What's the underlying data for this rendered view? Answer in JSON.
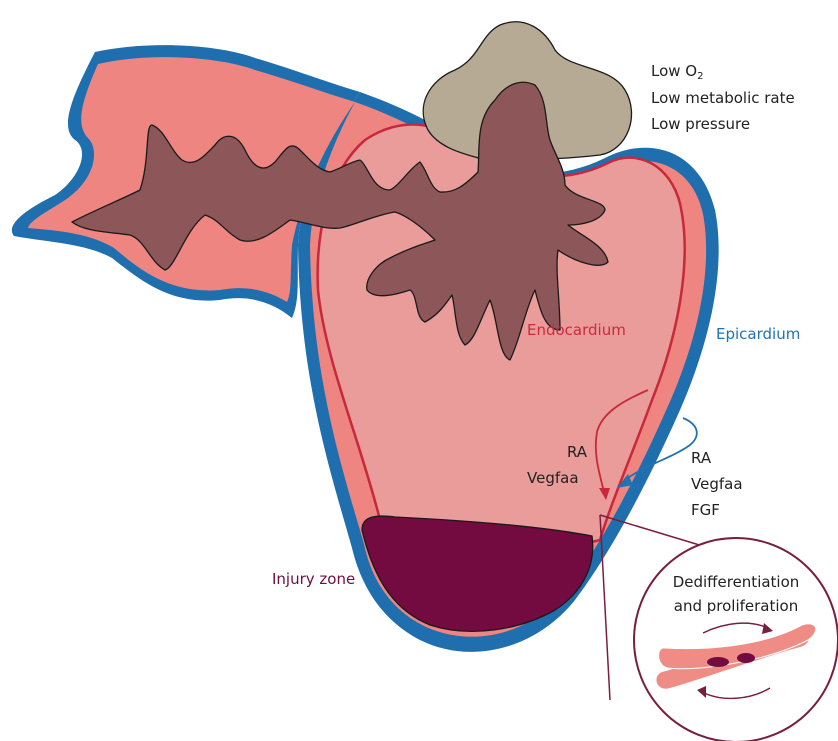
{
  "conditions": {
    "line1_prefix": "Low O",
    "line1_sub": "2",
    "line2": "Low metabolic rate",
    "line3": "Low pressure"
  },
  "labels": {
    "endocardium": "Endocardium",
    "epicardium": "Epicardium",
    "injury_zone": "Injury zone"
  },
  "endocardial_signals": [
    "RA",
    "Vegfaa"
  ],
  "epicardial_signals": [
    "RA",
    "Vegfaa",
    "FGF"
  ],
  "inset": {
    "line1": "Dedifferentiation",
    "line2": "and proliferation"
  },
  "colors": {
    "epicardium": "#1f6fae",
    "myocardium": "#ee8580",
    "endocardium_line": "#c8283a",
    "ventricle_lumen": "#e99c9a",
    "trabeculae": "#8d5658",
    "bulbus": "#b6aa95",
    "injury_zone": "#730a40",
    "endocardium_text": "#cc2a3f",
    "epicardium_text": "#1f73b4",
    "injury_text": "#6d0f42",
    "inset_border": "#7a1e3f",
    "cell": "#ef8c86",
    "nucleus": "#730a40"
  }
}
